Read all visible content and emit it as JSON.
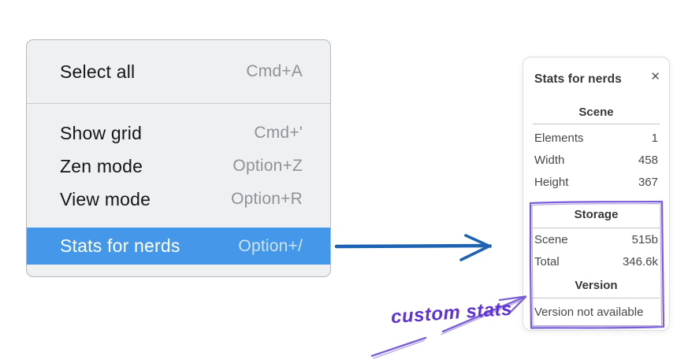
{
  "context_menu": {
    "items": [
      {
        "label": "Select all",
        "shortcut": "Cmd+A",
        "selected": false
      },
      {
        "label": "Show grid",
        "shortcut": "Cmd+'",
        "selected": false
      },
      {
        "label": "Zen mode",
        "shortcut": "Option+Z",
        "selected": false
      },
      {
        "label": "View mode",
        "shortcut": "Option+R",
        "selected": false
      },
      {
        "label": "Stats for nerds",
        "shortcut": "Option+/",
        "selected": true
      }
    ]
  },
  "stats_panel": {
    "title": "Stats for nerds",
    "close_glyph": "✕",
    "sections": [
      {
        "heading": "Scene",
        "rows": [
          {
            "label": "Elements",
            "value": "1"
          },
          {
            "label": "Width",
            "value": "458"
          },
          {
            "label": "Height",
            "value": "367"
          }
        ]
      },
      {
        "heading": "Storage",
        "rows": [
          {
            "label": "Scene",
            "value": "515b"
          },
          {
            "label": "Total",
            "value": "346.6k"
          }
        ]
      },
      {
        "heading": "Version",
        "note": "Version not available"
      }
    ]
  },
  "annotation": {
    "label": "custom stats"
  },
  "colors": {
    "menu_highlight": "#4598e9",
    "menu_background": "#eff0f2",
    "arrow_blue": "#1e63b3",
    "annotation_purple": "#7a5ed6",
    "annotation_text_purple": "#5d33d3",
    "panel_border": "#dcdde1"
  }
}
